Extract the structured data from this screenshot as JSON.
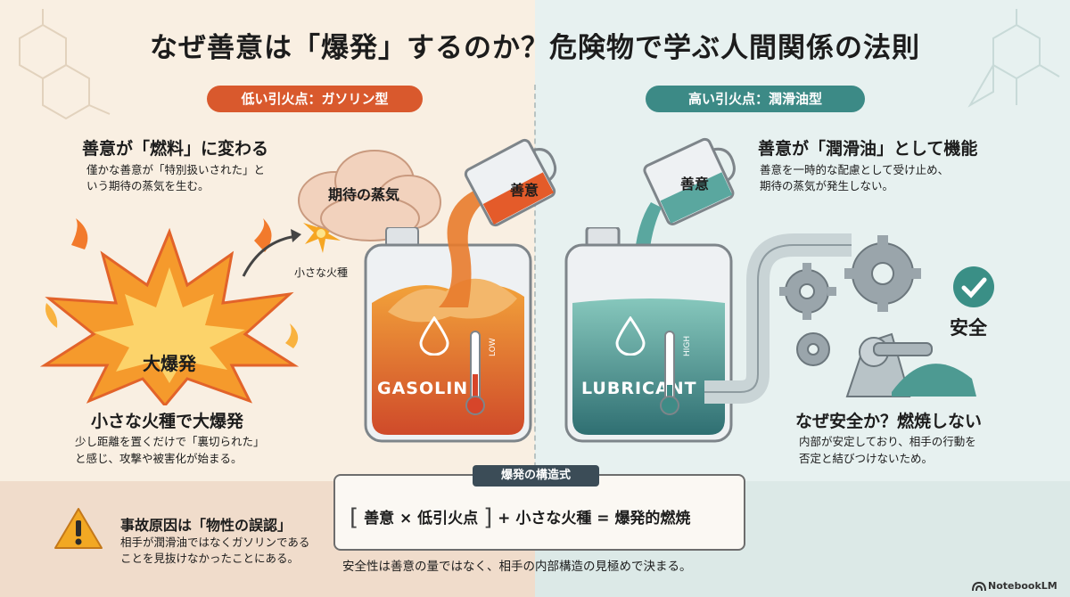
{
  "title": "なぜ善意は「爆発」するのか？危険物で学ぶ人間関係の法則",
  "left": {
    "pill": "低い引火点：ガソリン型",
    "heading": "善意が「燃料」に変わる",
    "desc1": "僅かな善意が「特別扱いされた」と",
    "desc2": "いう期待の蒸気を生む。",
    "vapor": "期待の蒸気",
    "spark": "小さな火種",
    "explosion": "大爆発",
    "cup": "善意",
    "tank_label": "GASOLINE",
    "thermo_label": "LOW",
    "bottom_heading": "小さな火種で大爆発",
    "bottom_desc1": "少し距離を置くだけで「裏切られた」",
    "bottom_desc2": "と感じ、攻撃や被害化が始まる。"
  },
  "right": {
    "pill": "高い引火点：潤滑油型",
    "heading": "善意が「潤滑油」として機能",
    "desc1": "善意を一時的な配慮として受け止め、",
    "desc2": "期待の蒸気が発生しない。",
    "cup": "善意",
    "tank_label": "LUBRICANT",
    "thermo_label": "HIGH",
    "safe": "安全",
    "bottom_heading": "なぜ安全か？燃焼しない",
    "bottom_desc1": "内部が安定しており、相手の行動を",
    "bottom_desc2": "否定と結びつけないため。"
  },
  "warning": {
    "heading": "事故原因は「物性の誤認」",
    "desc1": "相手が潤滑油ではなくガソリンである",
    "desc2": "ことを見抜けなかったことにある。"
  },
  "formula": {
    "tag": "爆発の構造式",
    "open": "[",
    "term1": "善意",
    "times": "×",
    "term2": "低引火点",
    "close": "]",
    "plus": "+",
    "term3": "小さな火種",
    "equals": "=",
    "result": "爆発的燃焼"
  },
  "conclusion": "安全性は善意の量ではなく、相手の内部構造の見極めで決まる。",
  "brand": "NotebookLM",
  "colors": {
    "left_accent": "#d9592d",
    "right_accent": "#3c8a86",
    "gasoline_top": "#f0902e",
    "gasoline_bottom": "#cf4a2a",
    "lubricant_top": "#7fc2b7",
    "lubricant_bottom": "#2f6f72"
  },
  "icons": [
    "explosion-icon",
    "spark-icon",
    "vapor-cloud-icon",
    "pour-cup-icon",
    "drop-icon",
    "thermometer-icon",
    "gear-icon",
    "check-icon",
    "warning-icon",
    "molecule-icon",
    "notebooklm-logo-icon"
  ]
}
